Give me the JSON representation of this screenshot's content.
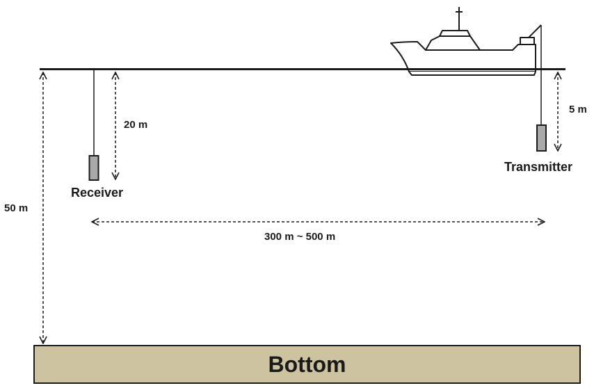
{
  "labels": {
    "receiver_depth": "20 m",
    "transmitter_depth": "5 m",
    "water_depth": "50 m",
    "range": "300 m ~ 500 m",
    "receiver": "Receiver",
    "transmitter": "Transmitter",
    "bottom": "Bottom"
  },
  "colors": {
    "line": "#1a1a1a",
    "device_fill": "#a9a9a9",
    "bottom_fill": "#cdc3a0",
    "background": "#ffffff"
  }
}
